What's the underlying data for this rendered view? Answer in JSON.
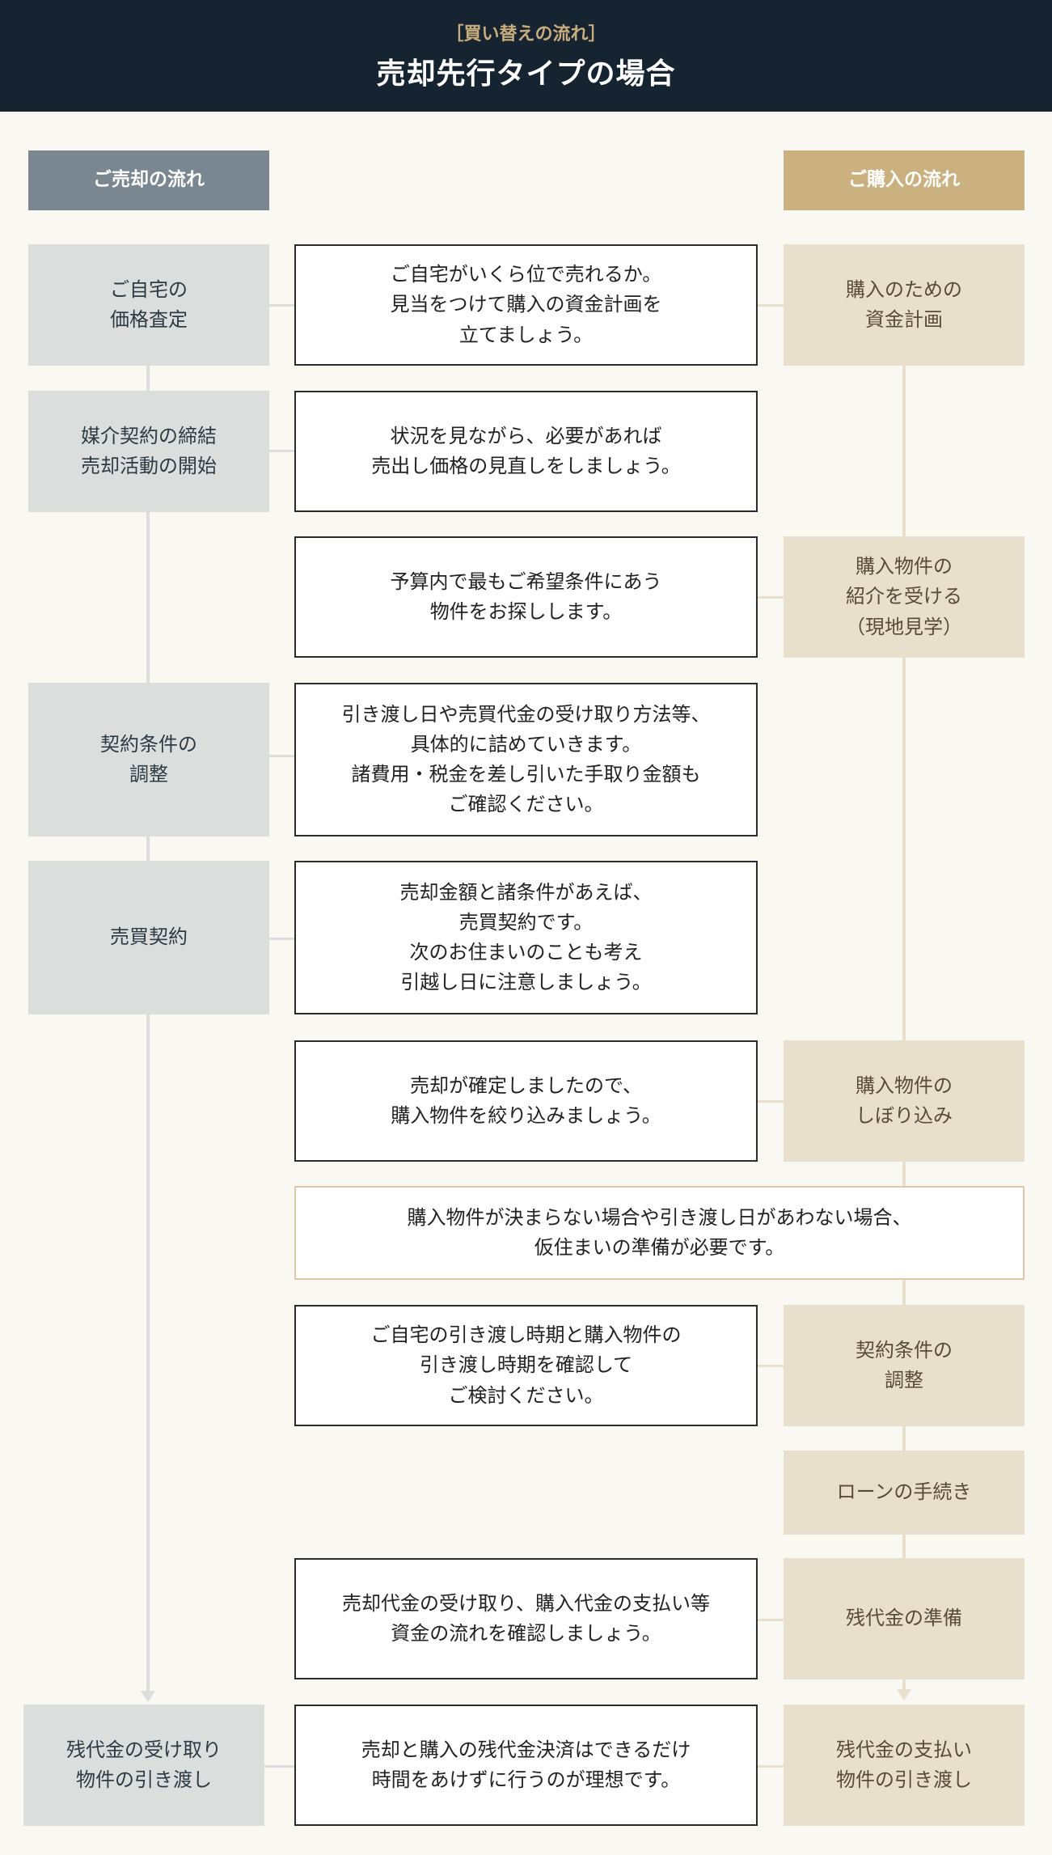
{
  "header": {
    "subtitle": "［買い替えの流れ］",
    "title": "売却先行タイプの場合"
  },
  "columns": {
    "sell_label": "ご売却の流れ",
    "buy_label": "ご購入の流れ"
  },
  "sell_steps": [
    "ご自宅の\n価格査定",
    "媒介契約の締結\n売却活動の開始",
    "契約条件の\n調整",
    "売買契約",
    "残代金の受け取り\n物件の引き渡し"
  ],
  "buy_steps": [
    "購入のための\n資金計画",
    "購入物件の\n紹介を受ける\n（現地見学）",
    "購入物件の\nしぼり込み",
    "契約条件の\n調整",
    "ローンの手続き",
    "残代金の準備",
    "残代金の支払い\n物件の引き渡し"
  ],
  "descriptions": [
    "ご自宅がいくら位で売れるか。\n見当をつけて購入の資金計画を\n立てましょう。",
    "状況を見ながら、必要があれば\n売出し価格の見直しをしましょう。",
    "予算内で最もご希望条件にあう\n物件をお探しします。",
    "引き渡し日や売買代金の受け取り方法等、\n具体的に詰めていきます。\n諸費用・税金を差し引いた手取り金額も\nご確認ください。",
    "売却金額と諸条件があえば、\n売買契約です。\n次のお住まいのことも考え\n引越し日に注意しましょう。",
    "売却が確定しましたので、\n購入物件を絞り込みましょう。",
    "購入物件が決まらない場合や引き渡し日があわない場合、\n仮住まいの準備が必要です。",
    "ご自宅の引き渡し時期と購入物件の\n引き渡し時期を確認して\nご検討ください。",
    "売却代金の受け取り、購入代金の支払い等\n資金の流れを確認しましょう。",
    "売却と購入の残代金決済はできるだけ\n時間をあけずに行うのが理想です。"
  ]
}
